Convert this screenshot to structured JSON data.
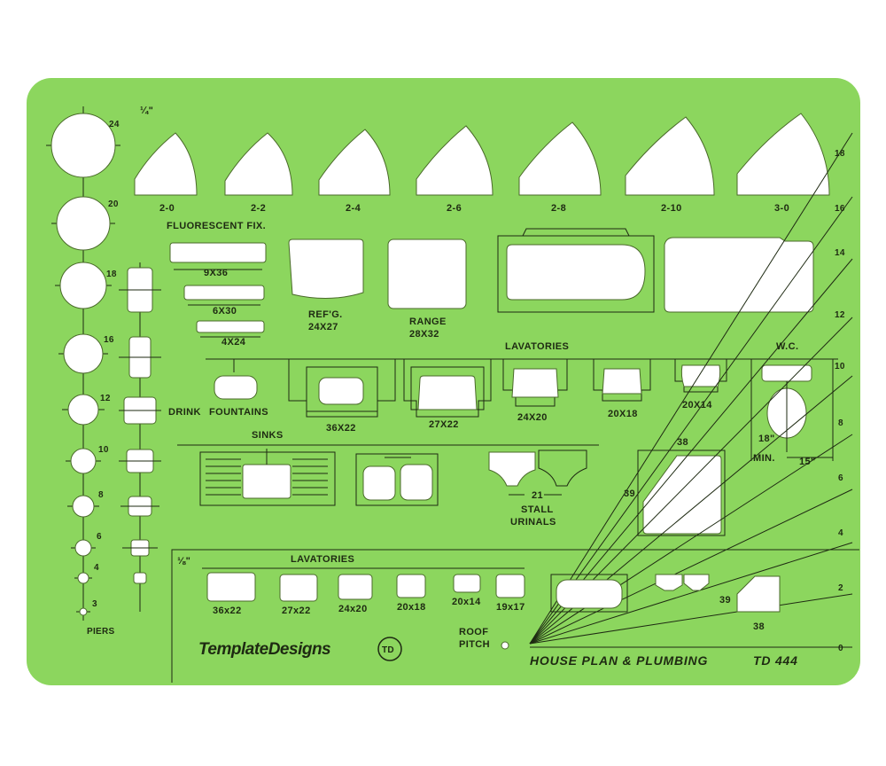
{
  "colors": {
    "plastic": "#8cd65e",
    "ink": "#1e2a12",
    "hole": "#ffffff"
  },
  "scale_quarter": "¼\"",
  "scale_eighth": "⅛\"",
  "circle_labels": [
    "24",
    "20",
    "18",
    "16",
    "12",
    "10",
    "8",
    "6",
    "4",
    "3"
  ],
  "piers_label": "PIERS",
  "door_labels": [
    "2-0",
    "2-2",
    "2-4",
    "2-6",
    "2-8",
    "2-10",
    "3-0"
  ],
  "fluorescent": {
    "title": "FLUORESCENT FIX.",
    "sizes": [
      "9X36",
      "6X30",
      "4X24"
    ]
  },
  "refrig": {
    "line1": "REF'G.",
    "line2": "24X27"
  },
  "range": {
    "line1": "RANGE",
    "line2": "28X32"
  },
  "lavatories_title": "LAVATORIES",
  "lavatory_sizes": [
    "36X22",
    "27X22",
    "24X20",
    "20X18",
    "20X14"
  ],
  "drink_fountains": {
    "word1": "DRINK",
    "word2": "FOUNTAINS"
  },
  "wc": {
    "title": "W.C.",
    "dim18": "18\"",
    "min": "MIN.",
    "dim15": "15\""
  },
  "sinks_title": "SINKS",
  "tub_labels": [
    "38",
    "39"
  ],
  "urinals": {
    "dim": "21",
    "line1": "STALL",
    "line2": "URINALS"
  },
  "pitch_numbers": [
    "18",
    "16",
    "14",
    "12",
    "10",
    "8",
    "6",
    "4",
    "2",
    "0"
  ],
  "small_lavatories_title": "LAVATORIES",
  "small_lavatory_sizes": [
    "36x22",
    "27x22",
    "24x20",
    "20x18",
    "20x14",
    "19x17"
  ],
  "small_tub_labels": [
    "39",
    "38"
  ],
  "brand": "TemplateDesigns",
  "brand_logo": "TD",
  "roof_pitch": {
    "line1": "ROOF",
    "line2": "PITCH"
  },
  "product": {
    "name": "HOUSE PLAN & PLUMBING",
    "code": "TD 444"
  }
}
